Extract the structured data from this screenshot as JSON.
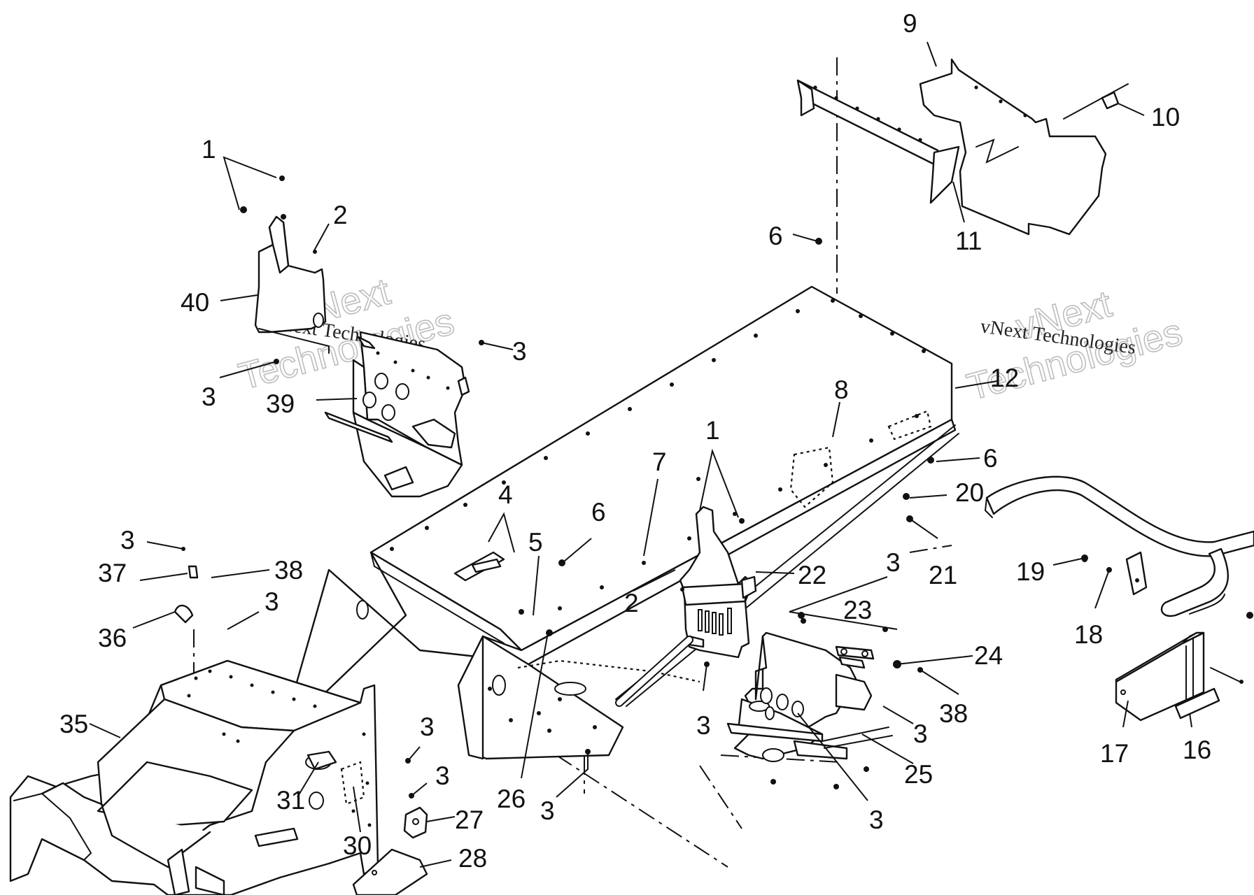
{
  "callouts": [
    {
      "id": "1a",
      "text": "1"
    },
    {
      "id": "2a",
      "text": "2"
    },
    {
      "id": "40",
      "text": "40"
    },
    {
      "id": "3a",
      "text": "3"
    },
    {
      "id": "3b",
      "text": "3"
    },
    {
      "id": "39",
      "text": "39"
    },
    {
      "id": "9",
      "text": "9"
    },
    {
      "id": "10",
      "text": "10"
    },
    {
      "id": "11",
      "text": "11"
    },
    {
      "id": "6a",
      "text": "6"
    },
    {
      "id": "12",
      "text": "12"
    },
    {
      "id": "8",
      "text": "8"
    },
    {
      "id": "6b",
      "text": "6"
    },
    {
      "id": "20",
      "text": "20"
    },
    {
      "id": "21",
      "text": "21"
    },
    {
      "id": "1b",
      "text": "1"
    },
    {
      "id": "7",
      "text": "7"
    },
    {
      "id": "4",
      "text": "4"
    },
    {
      "id": "6c",
      "text": "6"
    },
    {
      "id": "5",
      "text": "5"
    },
    {
      "id": "22",
      "text": "22"
    },
    {
      "id": "2b",
      "text": "2"
    },
    {
      "id": "3c",
      "text": "3"
    },
    {
      "id": "23",
      "text": "23"
    },
    {
      "id": "24",
      "text": "24"
    },
    {
      "id": "38a",
      "text": "38"
    },
    {
      "id": "3d",
      "text": "3"
    },
    {
      "id": "25",
      "text": "25"
    },
    {
      "id": "3e",
      "text": "3"
    },
    {
      "id": "3f",
      "text": "3"
    },
    {
      "id": "26",
      "text": "26"
    },
    {
      "id": "3g",
      "text": "3"
    },
    {
      "id": "19",
      "text": "19"
    },
    {
      "id": "18",
      "text": "18"
    },
    {
      "id": "17",
      "text": "17"
    },
    {
      "id": "16",
      "text": "16"
    },
    {
      "id": "3h",
      "text": "3"
    },
    {
      "id": "37",
      "text": "37"
    },
    {
      "id": "38b",
      "text": "38"
    },
    {
      "id": "3i",
      "text": "3"
    },
    {
      "id": "36",
      "text": "36"
    },
    {
      "id": "35",
      "text": "35"
    },
    {
      "id": "3j",
      "text": "3"
    },
    {
      "id": "3k",
      "text": "3"
    },
    {
      "id": "31",
      "text": "31"
    },
    {
      "id": "30",
      "text": "30"
    },
    {
      "id": "27",
      "text": "27"
    },
    {
      "id": "28",
      "text": "28"
    }
  ],
  "watermarks": [
    {
      "outline_line1": "vNext",
      "outline_line2": "Technologies",
      "plain": "vNext Technologies"
    },
    {
      "outline_line1": "vNext",
      "outline_line2": "Technologies",
      "plain": "vNext Technologies"
    }
  ],
  "colors": {
    "ink": "#111111",
    "paper": "#ffffff",
    "watermark": "#bdbdbd"
  }
}
